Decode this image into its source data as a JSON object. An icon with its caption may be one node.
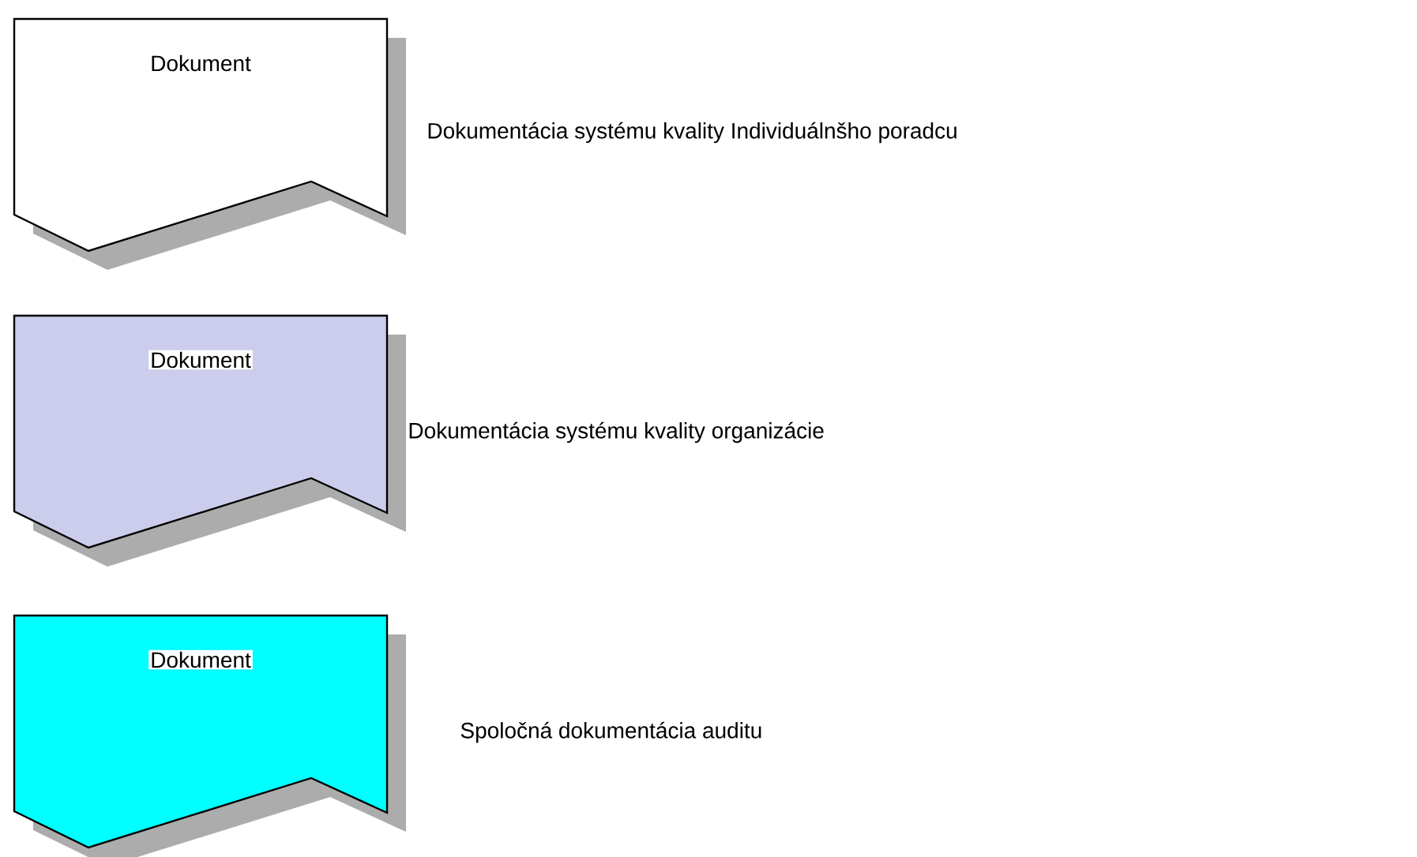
{
  "diagram": {
    "nodes": [
      {
        "text": [
          "Dokument"
        ],
        "beside": [
          "Dokumentácia systému kvality Individuálnšho poradcu"
        ]
      },
      {
        "text": [
          "Dokument"
        ],
        "beside": [
          "Dokumentácia systému kvality organizácie"
        ]
      },
      {
        "text": [
          "Dokument"
        ],
        "beside": [
          "Spoločná dokumentácia auditu"
        ]
      }
    ]
  }
}
